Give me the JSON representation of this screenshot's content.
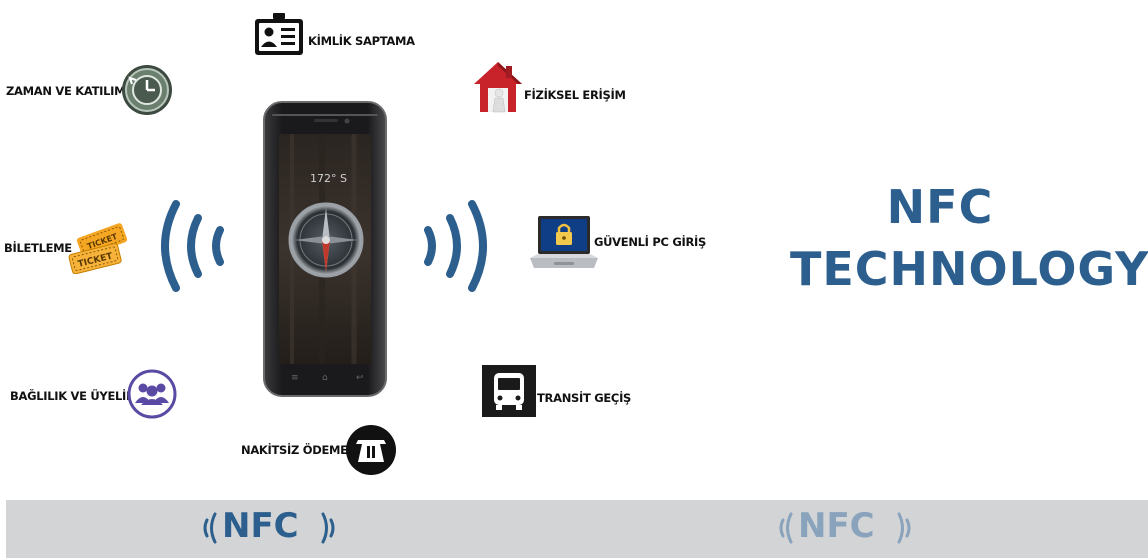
{
  "labels": {
    "kimlik": "KİMLİK SAPTAMA",
    "zaman": "ZAMAN VE KATILIM",
    "fiziksel": "FİZİKSEL ERİŞİM",
    "bilet": "BİLETLEME",
    "guvenli": "GÜVENLİ PC GİRİŞ",
    "baglilik": "BAĞLILIK VE ÜYELİK",
    "transit": "TRANSİT GEÇİŞ",
    "nakitsiz": "NAKİTSİZ ÖDEME"
  },
  "phone": {
    "heading": "172° S"
  },
  "ticket_text": "TICKET",
  "title": {
    "line1": "NFC",
    "line2": "TECHNOLOGY"
  },
  "footer": {
    "logo_left": "NFC",
    "logo_right": "NFC"
  },
  "colors": {
    "title_blue": "#2c5f8e",
    "nfc_blue": "#2c5f8e",
    "nfc_faded": "#8aa3bc",
    "footer_bg": "#d3d4d6",
    "ticket_orange": "#f5a623",
    "house_red": "#c8232a",
    "group_purple": "#5b4aa3"
  }
}
